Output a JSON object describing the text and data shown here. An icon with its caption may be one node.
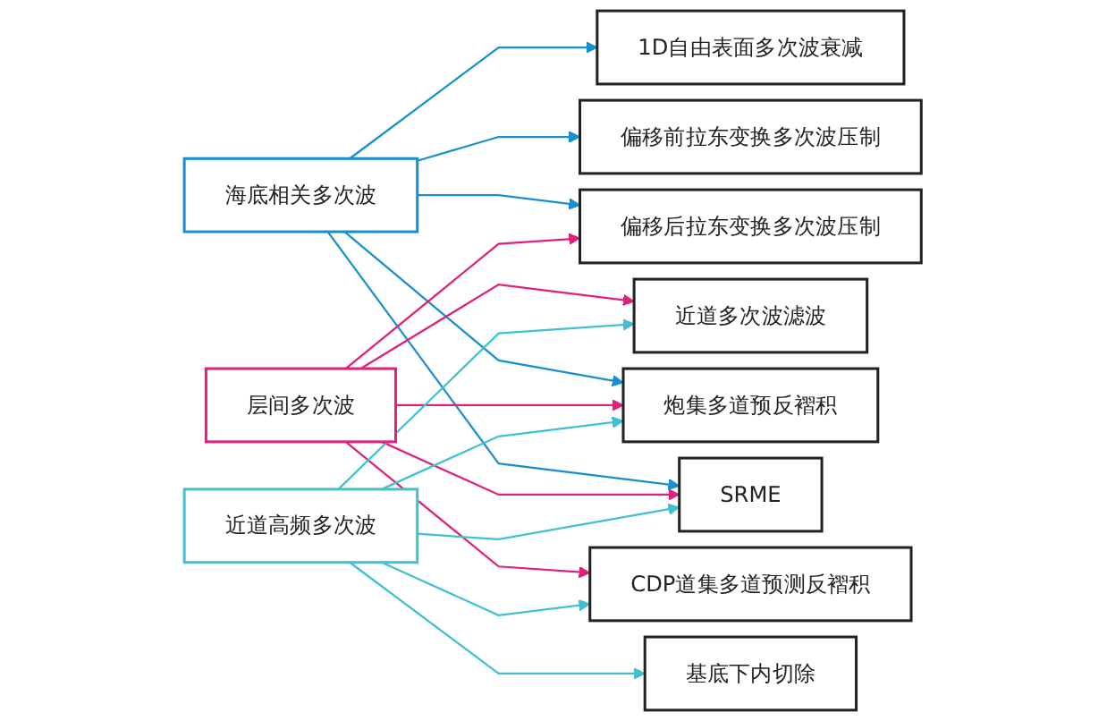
{
  "diagram": {
    "nodes": [
      {
        "text": [
          "海底相关多次波"
        ]
      },
      {
        "text": [
          "层间多次波"
        ]
      },
      {
        "text": [
          "近道高频多次波"
        ]
      },
      {
        "text": [
          "SRME"
        ]
      },
      {
        "text": [
          "炮集多道预反褶积"
        ]
      },
      {
        "text": [
          "偏移前拉东变换多次波压制"
        ]
      },
      {
        "text": [
          "CDP道集多道预测反褶积"
        ]
      },
      {
        "text": [
          "偏移后拉东变换多次波压制"
        ]
      },
      {
        "text": [
          "1D自由表面多次波衰减"
        ]
      },
      {
        "text": [
          "基底下内切除"
        ]
      },
      {
        "text": [
          "近道多次波滤波"
        ]
      }
    ],
    "edges": [
      {
        "from": 0,
        "to": 3,
        "arrow": "to",
        "color": "#1a8fd0"
      },
      {
        "from": 0,
        "to": 4,
        "arrow": "to",
        "color": "#1a8fd0"
      },
      {
        "from": 0,
        "to": 5,
        "arrow": "to",
        "color": "#1a8fd0"
      },
      {
        "from": 0,
        "to": 7,
        "arrow": "to",
        "color": "#1a8fd0"
      },
      {
        "from": 0,
        "to": 8,
        "arrow": "to",
        "color": "#1a8fd0"
      },
      {
        "from": 1,
        "to": 3,
        "arrow": "to",
        "color": "#e0207a"
      },
      {
        "from": 1,
        "to": 4,
        "arrow": "to",
        "color": "#e0207a"
      },
      {
        "from": 1,
        "to": 6,
        "arrow": "to",
        "color": "#e0207a"
      },
      {
        "from": 1,
        "to": 7,
        "arrow": "to",
        "color": "#e0207a"
      },
      {
        "from": 1,
        "to": 10,
        "arrow": "to",
        "color": "#e0207a"
      },
      {
        "from": 2,
        "to": 3,
        "arrow": "to",
        "color": "#40c0d0"
      },
      {
        "from": 2,
        "to": 4,
        "arrow": "to",
        "color": "#40c0d0"
      },
      {
        "from": 2,
        "to": 6,
        "arrow": "to",
        "color": "#40c0d0"
      },
      {
        "from": 2,
        "to": 9,
        "arrow": "to",
        "color": "#40c0d0"
      },
      {
        "from": 2,
        "to": 10,
        "arrow": "to",
        "color": "#40c0d0"
      }
    ]
  }
}
